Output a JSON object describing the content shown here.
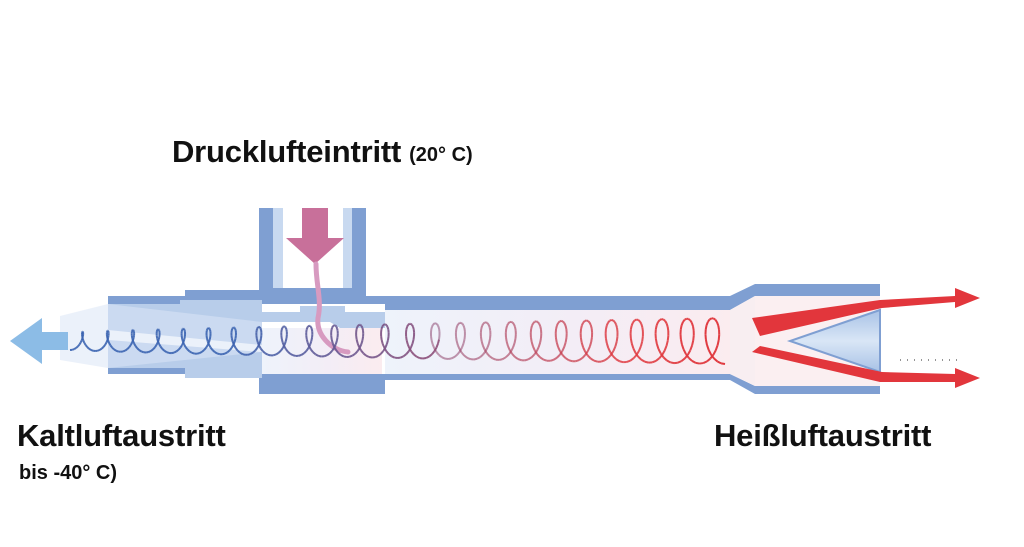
{
  "inlet": {
    "label": "Drucklufteintritt",
    "temperature": "(20° C)"
  },
  "cold_outlet": {
    "label": "Kaltluftaustritt",
    "temperature": "bis -40° C)"
  },
  "hot_outlet": {
    "label": "Heißluftaustritt"
  },
  "colors": {
    "body_dark": "#7f9fd2",
    "body_light": "#c8d9f0",
    "cold_arrow": "#8cbce6",
    "inlet_arrow": "#c8709a",
    "hot_arrow": "#e2363c",
    "vortex_cold": "#3a63b0",
    "vortex_hot": "#e0383e"
  }
}
